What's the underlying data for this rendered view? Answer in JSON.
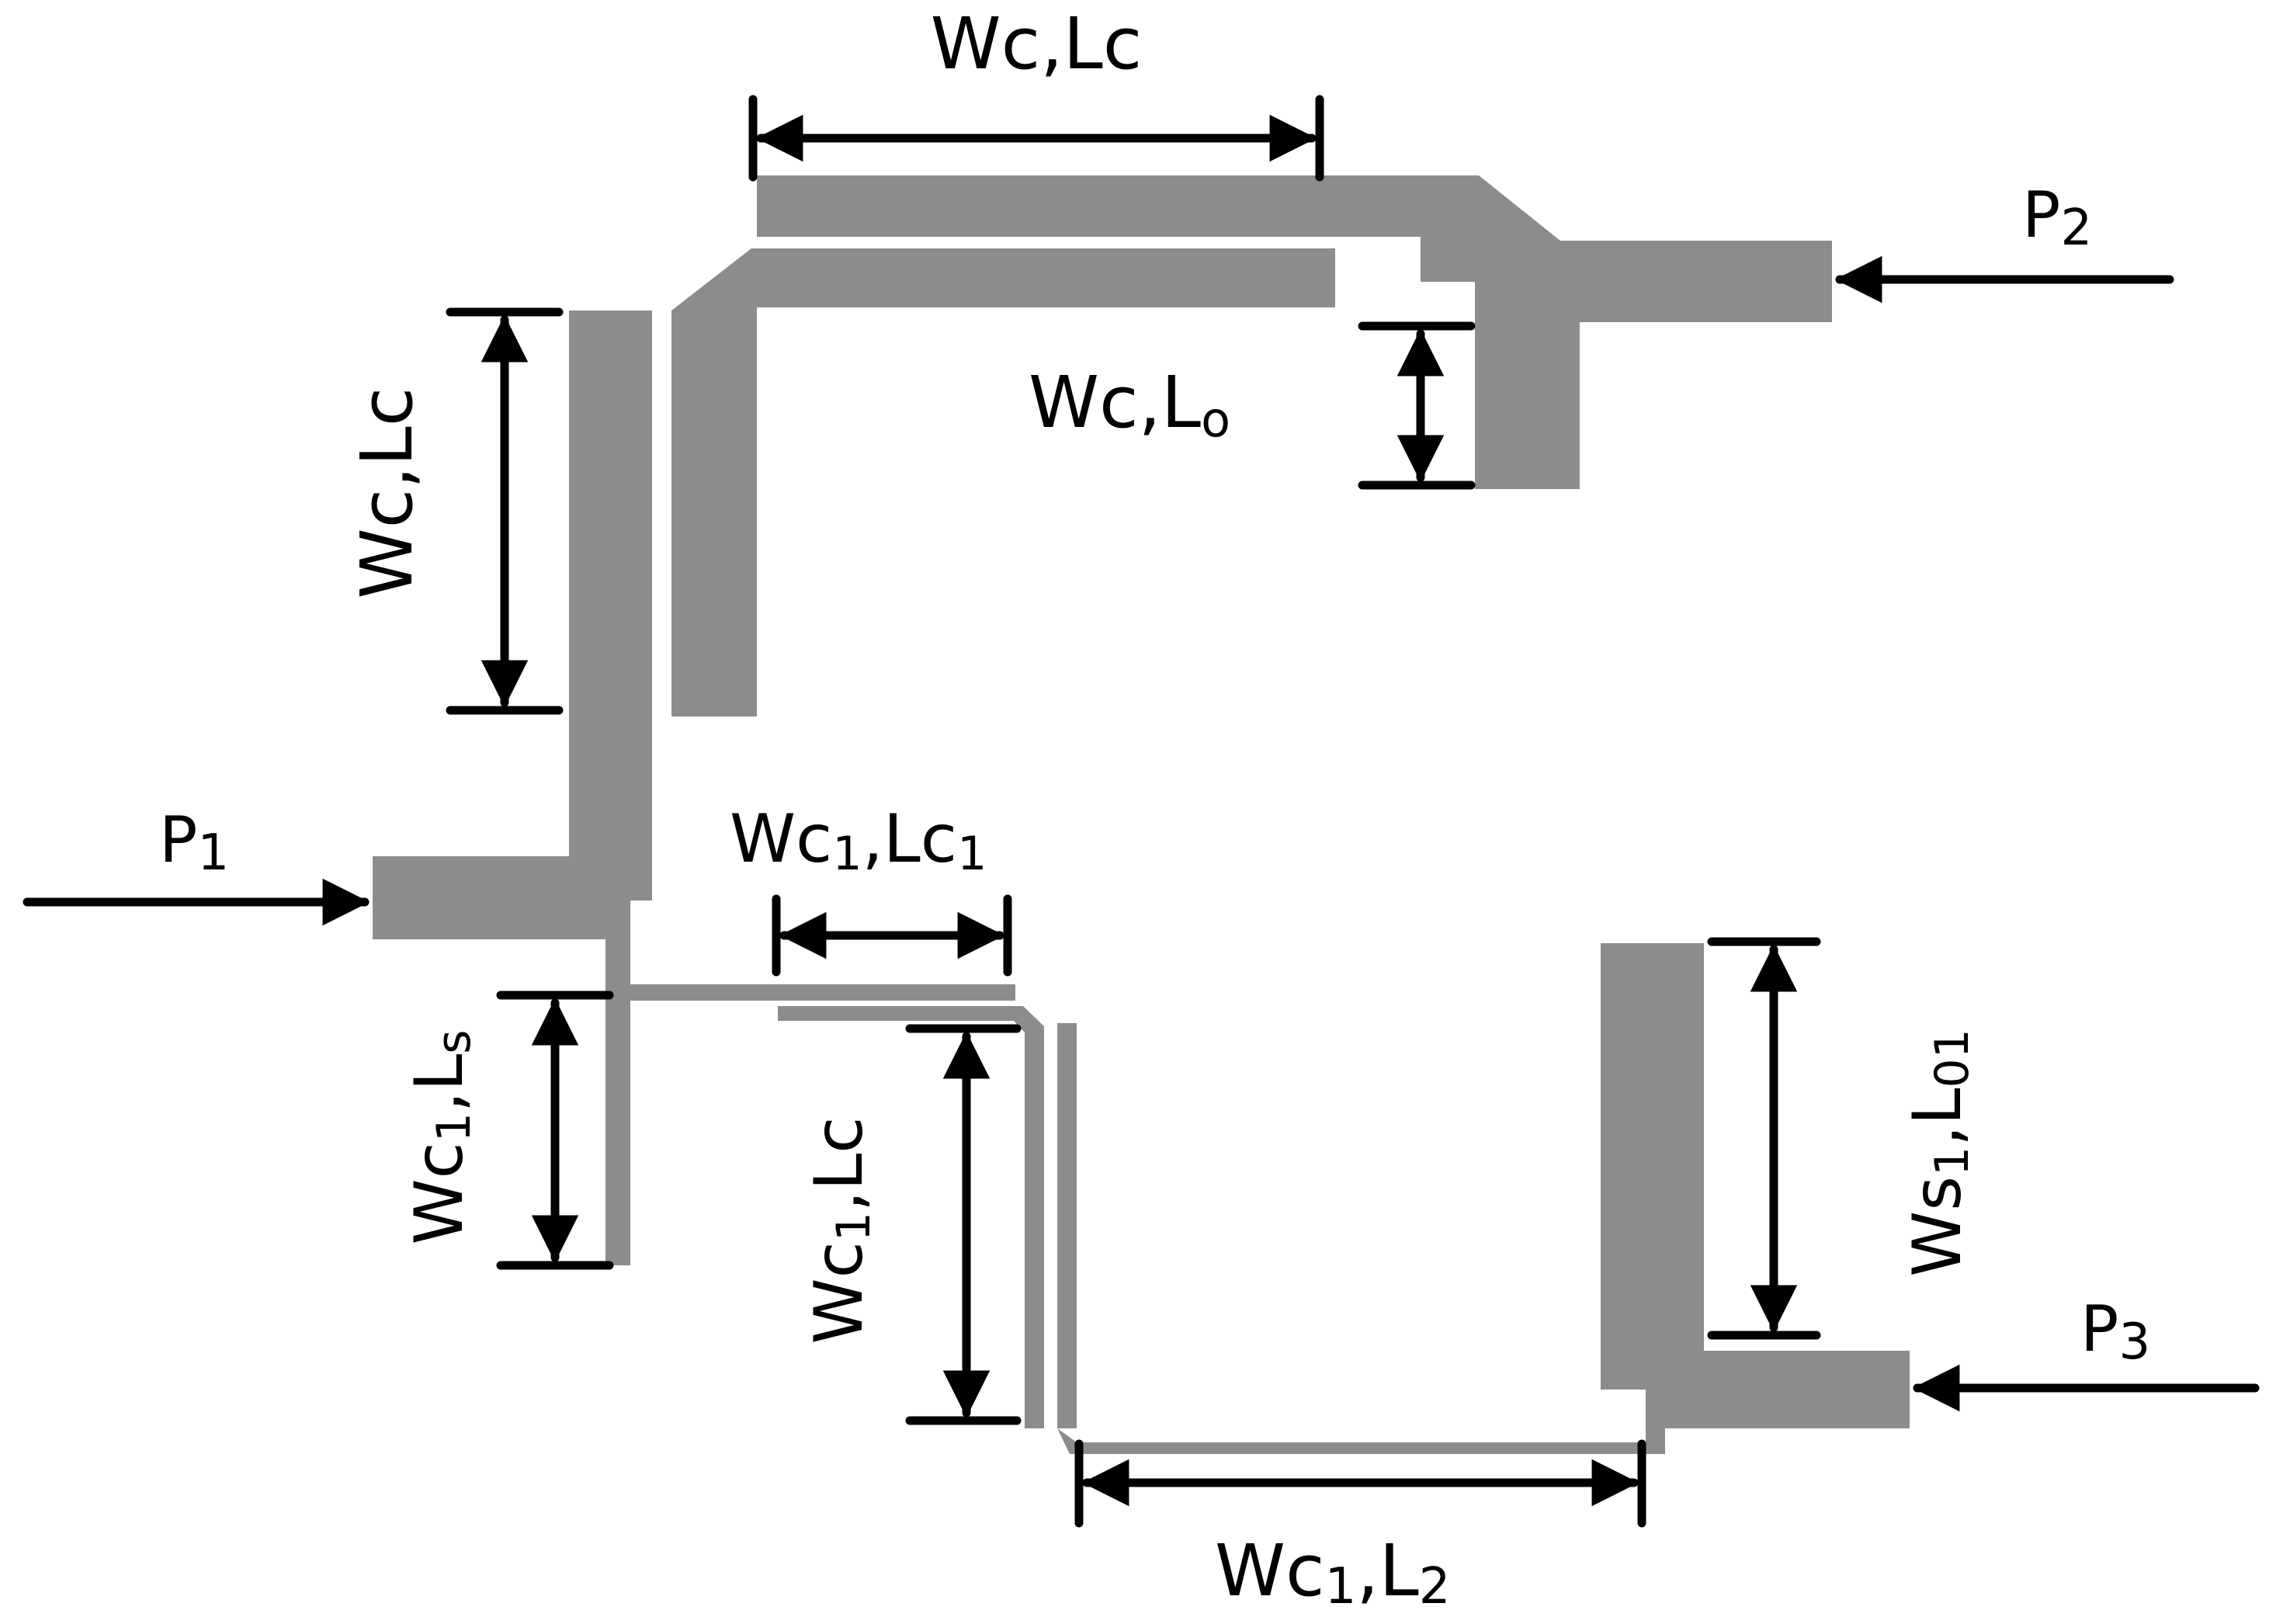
{
  "colors": {
    "trace": "#8c8c8c",
    "annotation": "#000000",
    "background": "#ffffff"
  },
  "ports": {
    "p1": "P",
    "p1_sub": "1",
    "p2": "P",
    "p2_sub": "2",
    "p3": "P",
    "p3_sub": "3"
  },
  "labels": {
    "top_width": "Wc,Lc",
    "left_width": "Wc,Lc",
    "open_stub": {
      "main": "Wc,L",
      "sub": "o"
    },
    "coupling_gap": {
      "a": "Wc",
      "a_sub": "1",
      "b": ",Lc",
      "b_sub": "1"
    },
    "series_stub": {
      "a": "Wc",
      "a_sub": "1",
      "b": ",L",
      "b_sub": "s"
    },
    "mid_coupler": {
      "a": "Wc",
      "a_sub": "1",
      "b": ",Lc"
    },
    "right_stub": {
      "a": "Ws",
      "a_sub": "1",
      "b": ",L",
      "b_sub": "01"
    },
    "bottom_line": {
      "a": "Wc",
      "a_sub": "1",
      "b": ",L",
      "b_sub": "2"
    }
  }
}
